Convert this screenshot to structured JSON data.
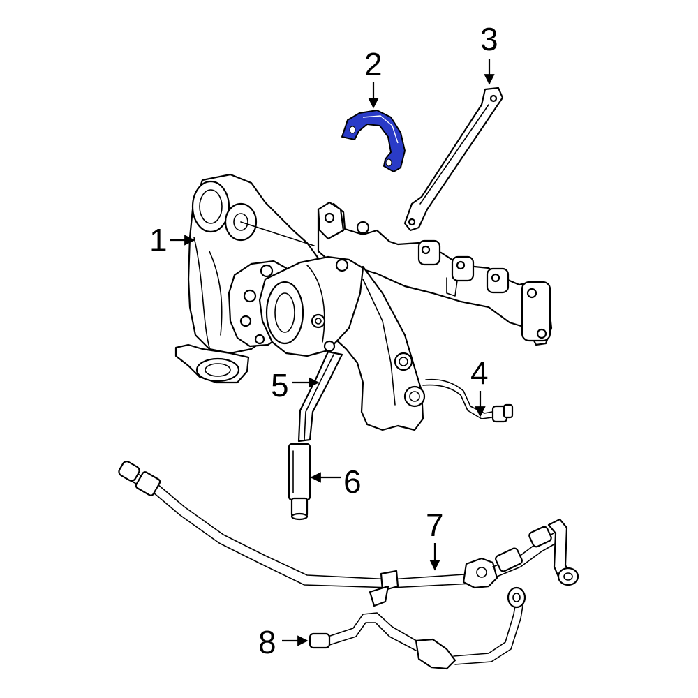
{
  "callouts": {
    "c1": "1",
    "c2": "2",
    "c3": "3",
    "c4": "4",
    "c5": "5",
    "c6": "6",
    "c7": "7",
    "c8": "8"
  },
  "colors": {
    "highlight": "#2a3bc7",
    "line": "#000000",
    "background": "#ffffff"
  }
}
